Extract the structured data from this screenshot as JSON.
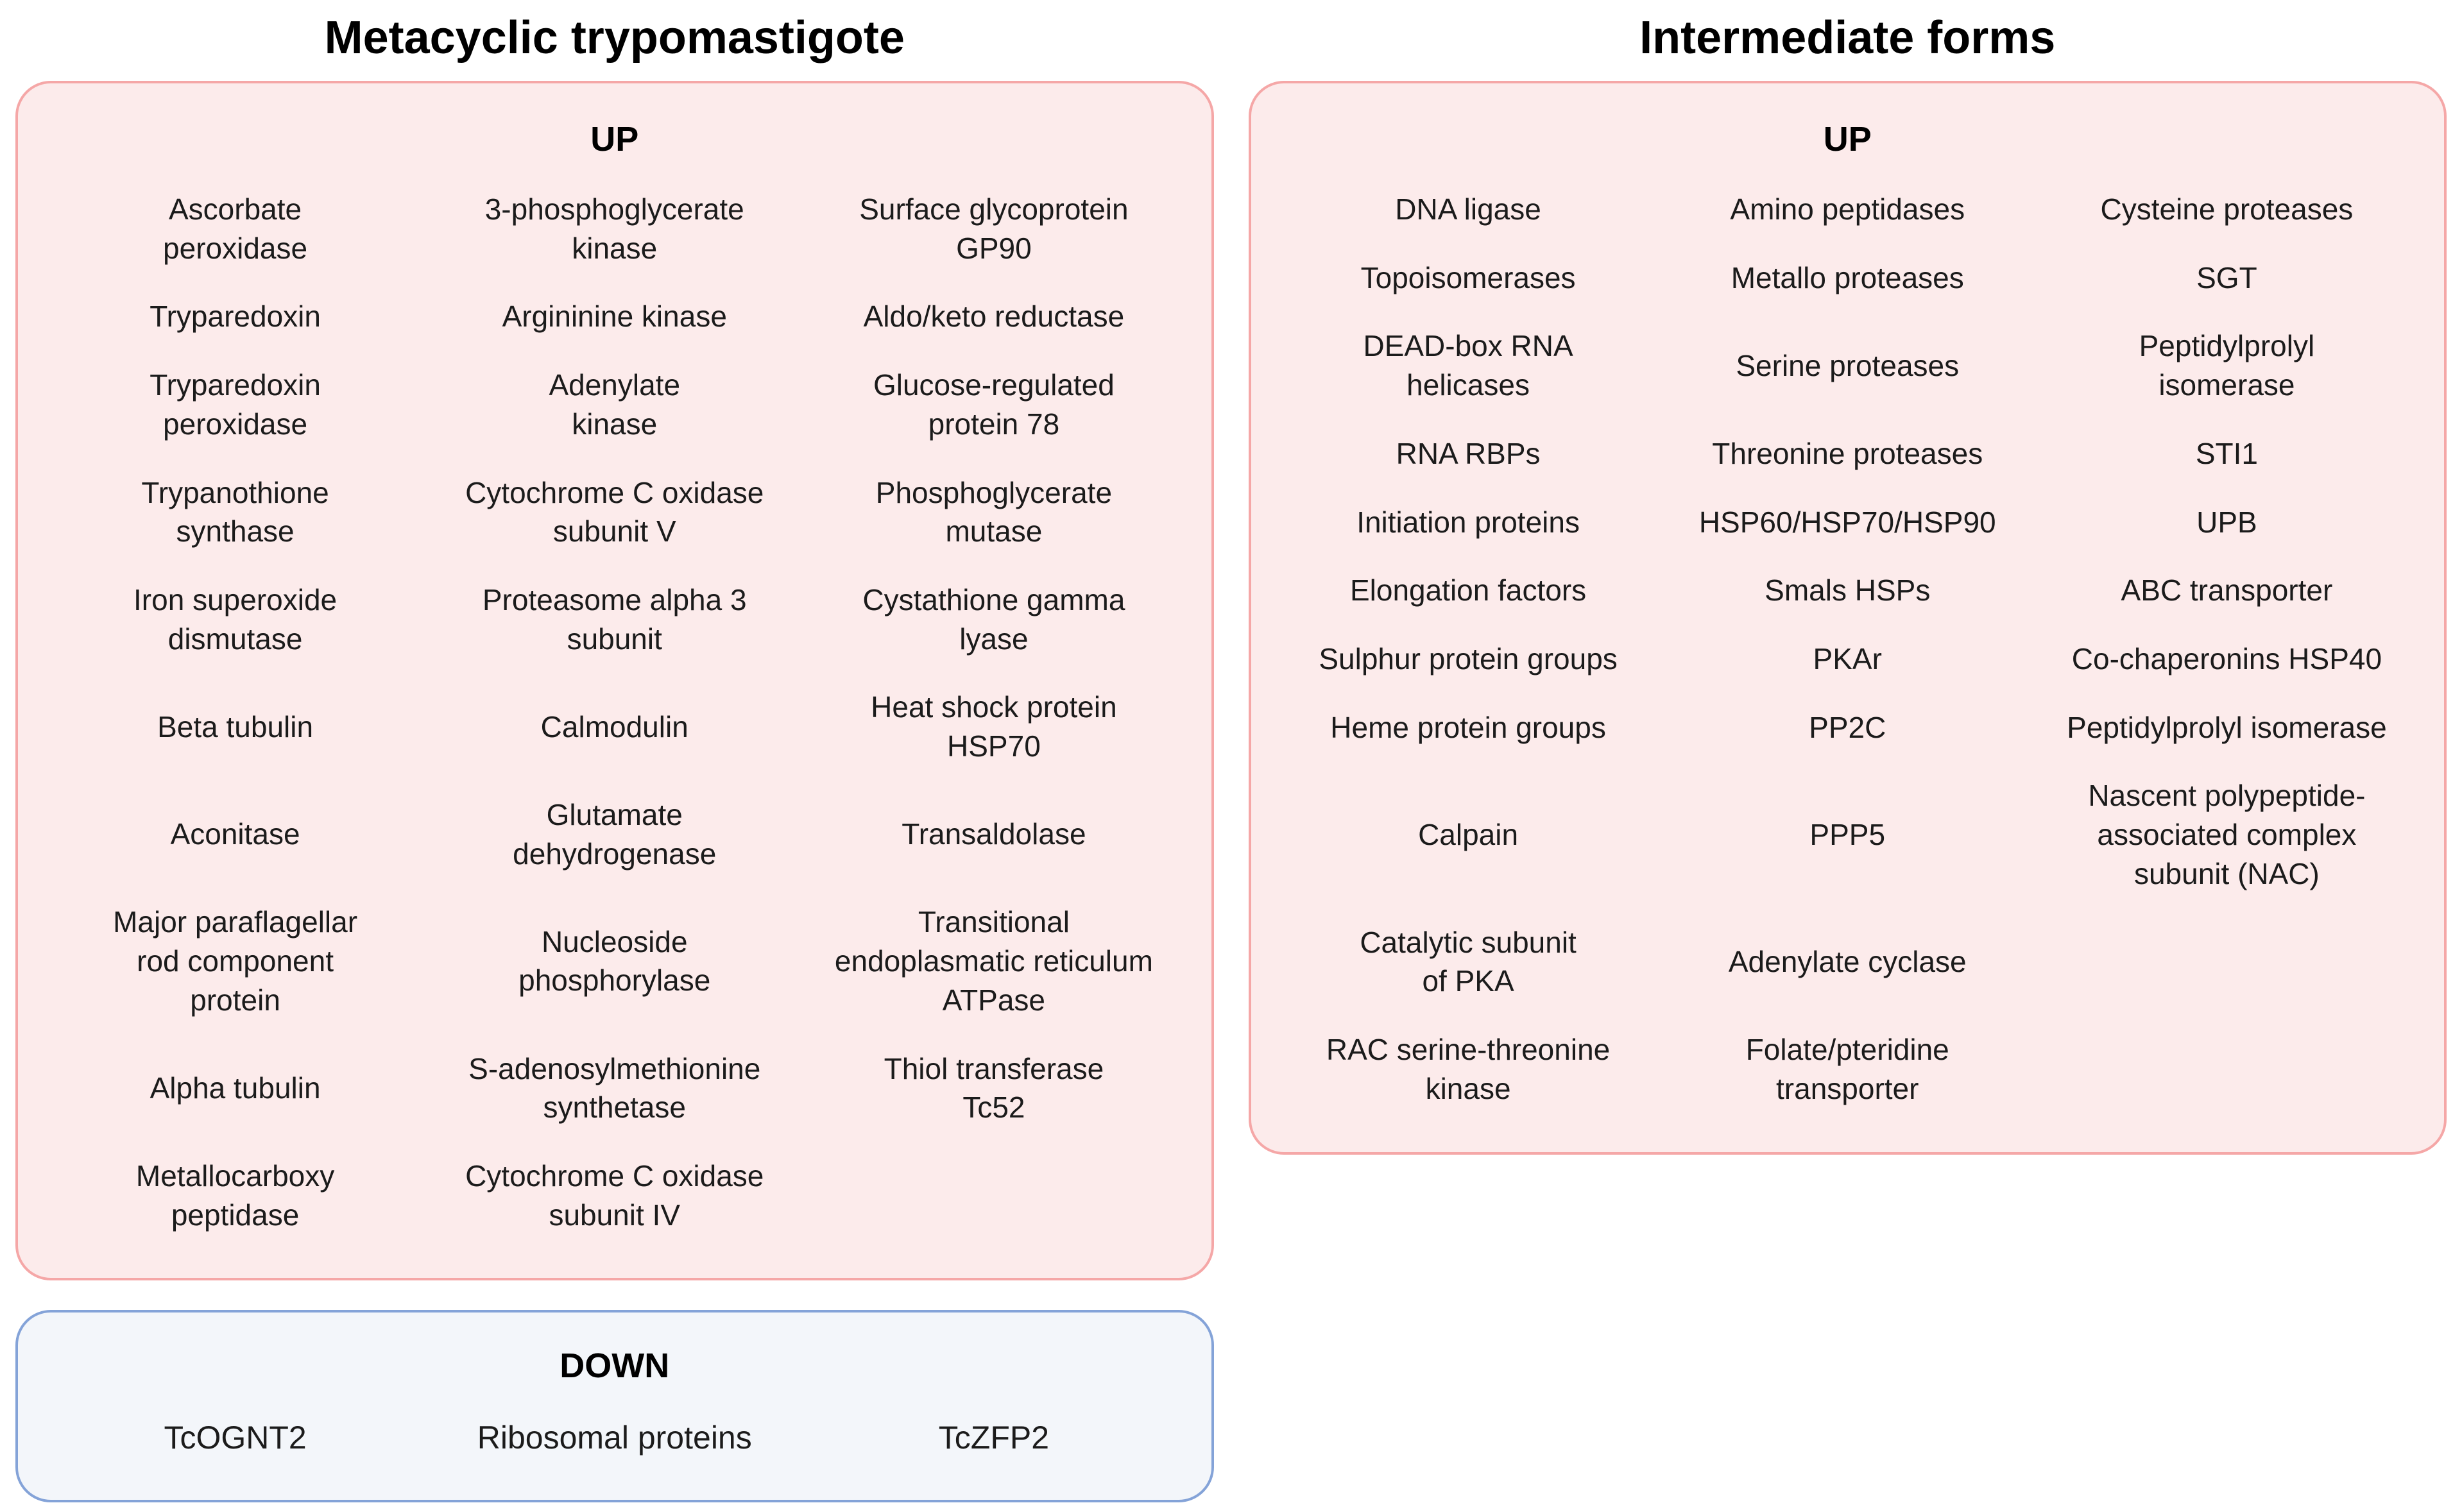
{
  "colors": {
    "up_box_fill": "#FCEBEB",
    "up_box_border": "#F5A7A7",
    "down_box_fill": "#F3F6FA",
    "down_box_border": "#84A3D8",
    "text": "#1B1B1B",
    "title_text": "#000000",
    "page_background": "#FFFFFF"
  },
  "left_panel": {
    "title": "Metacyclic trypomastigote",
    "up": {
      "label": "UP",
      "items": [
        "Ascorbate\nperoxidase",
        "3-phosphoglycerate\nkinase",
        "Surface glycoprotein\nGP90",
        "Tryparedoxin",
        "Argininine kinase",
        "Aldo/keto reductase",
        "Tryparedoxin\nperoxidase",
        "Adenylate\nkinase",
        "Glucose-regulated\nprotein 78",
        "Trypanothione\nsynthase",
        "Cytochrome C oxidase\nsubunit V",
        "Phosphoglycerate\nmutase",
        "Iron superoxide\ndismutase",
        "Proteasome alpha 3\nsubunit",
        "Cystathione gamma\nlyase",
        "Beta tubulin",
        "Calmodulin",
        "Heat shock protein\nHSP70",
        "Aconitase",
        "Glutamate\ndehydrogenase",
        "Transaldolase",
        "Major paraflagellar\nrod component\nprotein",
        "Nucleoside\nphosphorylase",
        "Transitional\nendoplasmatic reticulum\nATPase",
        "Alpha tubulin",
        "S-adenosylmethionine\nsynthetase",
        "Thiol transferase\nTc52",
        "Metallocarboxy\npeptidase",
        "Cytochrome C oxidase\nsubunit IV",
        ""
      ]
    },
    "down": {
      "label": "DOWN",
      "items": [
        "TcOGNT2",
        "Ribosomal proteins",
        "TcZFP2"
      ]
    }
  },
  "right_panel": {
    "title": "Intermediate forms",
    "up": {
      "label": "UP",
      "items": [
        "DNA ligase",
        "Amino peptidases",
        "Cysteine proteases",
        "Topoisomerases",
        "Metallo proteases",
        "SGT",
        "DEAD-box RNA\nhelicases",
        "Serine proteases",
        "Peptidylprolyl\nisomerase",
        "RNA RBPs",
        "Threonine proteases",
        "STI1",
        "Initiation proteins",
        "HSP60/HSP70/HSP90",
        "UPB",
        "Elongation factors",
        "Smals HSPs",
        "ABC transporter",
        "Sulphur protein groups",
        "PKAr",
        "Co-chaperonins HSP40",
        "Heme protein groups",
        "PP2C",
        "Peptidylprolyl isomerase",
        "Calpain",
        "PPP5",
        "Nascent polypeptide-\nassociated complex\nsubunit (NAC)",
        "Catalytic subunit\nof PKA",
        "Adenylate cyclase",
        "",
        "RAC serine-threonine\nkinase",
        "Folate/pteridine\ntransporter",
        ""
      ]
    }
  }
}
